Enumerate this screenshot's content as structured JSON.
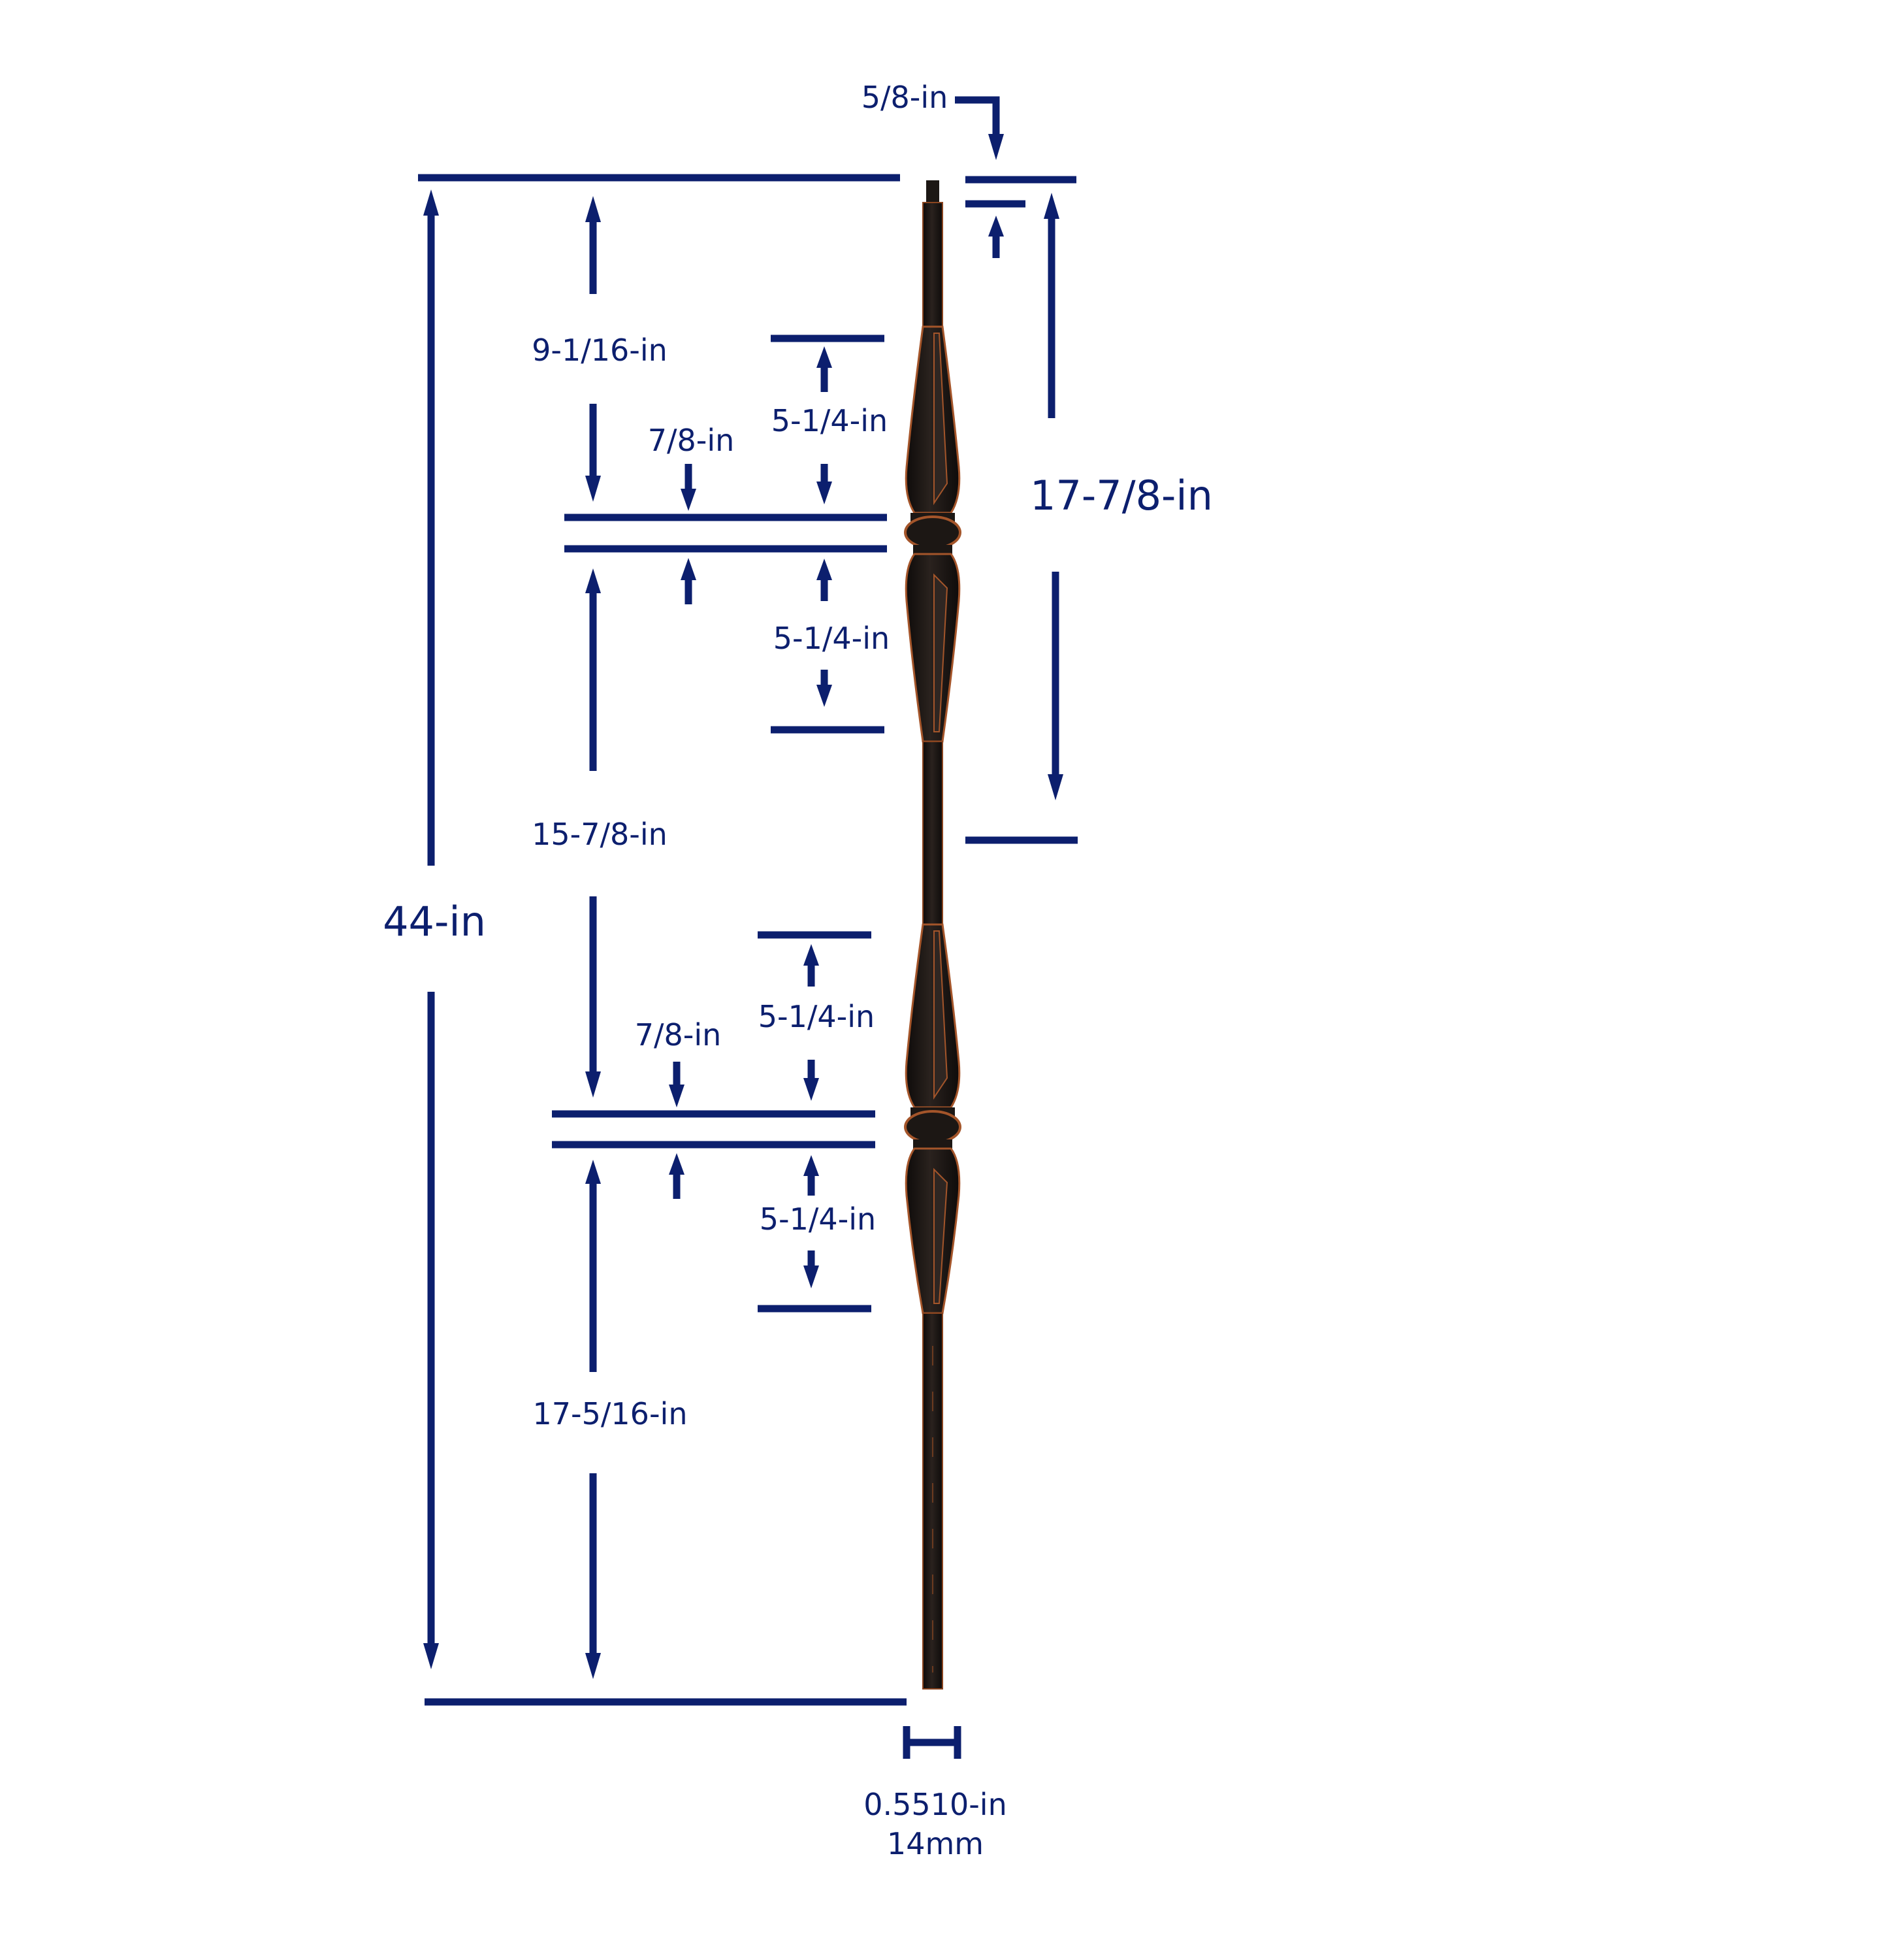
{
  "colors": {
    "dimension": "#0c1f6e",
    "baluster": "#1c1714",
    "highlight": "#a4552a",
    "background": "#ffffff"
  },
  "dimensions": {
    "overall_height": "44-in",
    "top_pin": "5/8-in",
    "top_section": "17-7/8-in",
    "upper_shaft": "9-1/16-in",
    "upper_collar": "7/8-in",
    "upper_taper_top": "5-1/4-in",
    "upper_taper_bottom": "5-1/4-in",
    "middle_shaft": "15-7/8-in",
    "lower_collar": "7/8-in",
    "lower_taper_top": "5-1/4-in",
    "lower_taper_bottom": "5-1/4-in",
    "lower_shaft": "17-5/16-in",
    "width_in": "0.5510-in",
    "width_mm": "14mm"
  }
}
